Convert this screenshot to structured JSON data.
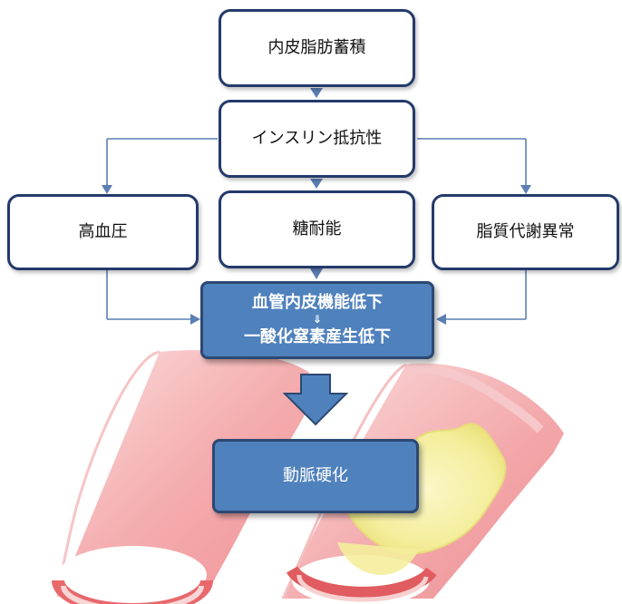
{
  "boxes": {
    "visceral_fat": "内皮脂肪蓄積",
    "insulin_resistance": "インスリン抵抗性",
    "hypertension": "高血圧",
    "glucose_intolerance": "糖耐能",
    "dyslipidemia": "脂質代謝異常",
    "endothelial": {
      "line1": "血管内皮機能低下",
      "arrow": "⇓",
      "line2": "一酸化窒素産生低下"
    },
    "arteriosclerosis": "動脈硬化"
  },
  "colors": {
    "box_border": "#243a6b",
    "highlight_fill": "#4f81bd",
    "connector": "#5b7fb5",
    "vessel_wall": "#f3a6a8",
    "vessel_inner": "#e05a5e",
    "plaque": "#f3ec9a"
  }
}
